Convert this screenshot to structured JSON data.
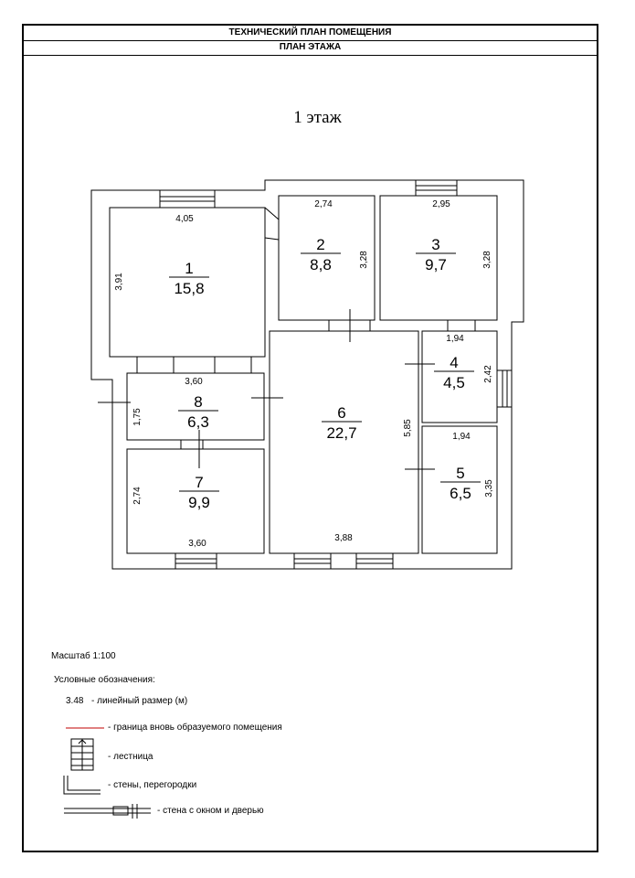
{
  "header": {
    "title": "ТЕХНИЧЕСКИЙ ПЛАН ПОМЕЩЕНИЯ",
    "subtitle": "ПЛАН ЭТАЖА"
  },
  "floor_title": "1 этаж",
  "rooms": [
    {
      "num": "1",
      "area": "15,8",
      "dims": [
        "4,05",
        "3,91"
      ]
    },
    {
      "num": "2",
      "area": "8,8",
      "dims": [
        "2,74",
        "3,28"
      ]
    },
    {
      "num": "3",
      "area": "9,7",
      "dims": [
        "2,95",
        "3,28"
      ]
    },
    {
      "num": "4",
      "area": "4,5",
      "dims": [
        "1,94",
        "2,42"
      ]
    },
    {
      "num": "5",
      "area": "6,5",
      "dims": [
        "1,94",
        "3,35"
      ]
    },
    {
      "num": "6",
      "area": "22,7",
      "dims": [
        "3,88",
        "5,85"
      ]
    },
    {
      "num": "7",
      "area": "9,9",
      "dims": [
        "3,60",
        "2,74"
      ]
    },
    {
      "num": "8",
      "area": "6,3",
      "dims": [
        "3,60",
        "1,75"
      ]
    }
  ],
  "legend": {
    "scale": "Масштаб 1:100",
    "title": "Условные обозначения:",
    "sample_value": "3.48",
    "linear_size": "- линейный размер (м)",
    "new_room_border": "- граница вновь образуемого помещения",
    "stairs": "- лестница",
    "walls": "- стены, перегородки",
    "wall_window_door": "- стена с окном и дверью"
  },
  "colors": {
    "lines": "#000000",
    "new_border": "#c00000"
  }
}
